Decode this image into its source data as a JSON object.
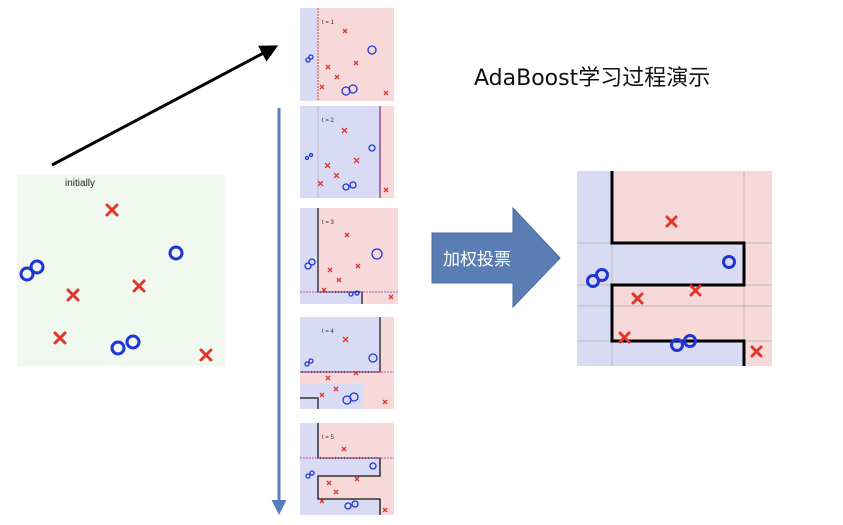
{
  "title": "AdaBoost学习过程演示",
  "initial_panel": {
    "label": "initially"
  },
  "steps": [
    {
      "label": "t = 1"
    },
    {
      "label": "t = 2"
    },
    {
      "label": "t = 3"
    },
    {
      "label": "t = 4"
    },
    {
      "label": "t = 5"
    }
  ],
  "vote_arrow": {
    "label": "加权投票"
  },
  "colors": {
    "negative_region": "#f7d9da",
    "positive_region": "#d9dbf5",
    "initial_bg": "#f0f8f0",
    "circle": "#1f35d6",
    "cross": "#e0362b",
    "arrow_fill": "#5a7db3",
    "axis_arrow": "#5b7dbf"
  },
  "icons": [
    "circle-marker",
    "cross-marker",
    "diagonal-arrow-icon",
    "down-arrow-icon",
    "right-block-arrow-icon"
  ]
}
